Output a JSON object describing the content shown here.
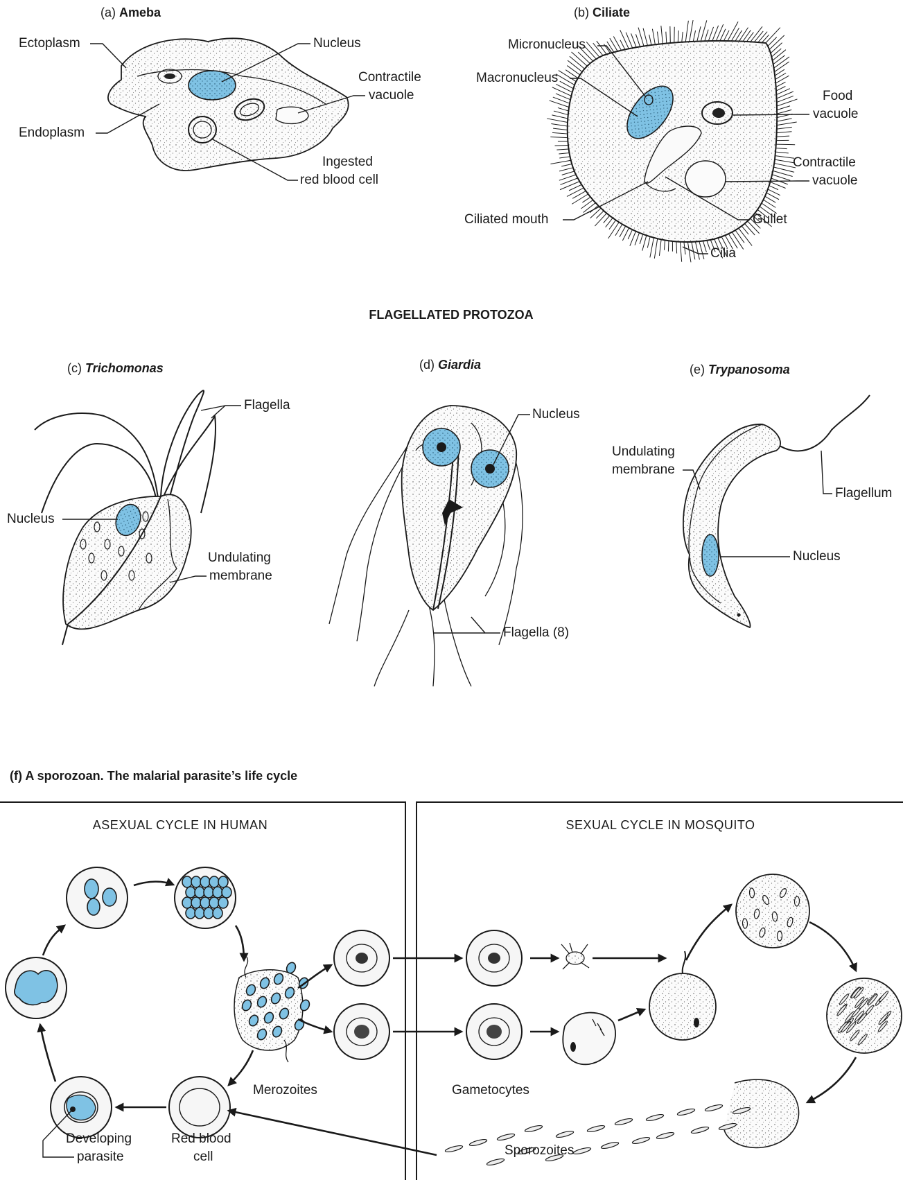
{
  "panels": {
    "ameba": {
      "letter": "(a)",
      "title": "Ameba",
      "labels": {
        "ectoplasm": "Ectoplasm",
        "endoplasm": "Endoplasm",
        "nucleus": "Nucleus",
        "contractile_1": "Contractile",
        "contractile_2": "vacuole",
        "ingested_1": "Ingested",
        "ingested_2": "red blood cell"
      }
    },
    "ciliate": {
      "letter": "(b)",
      "title": "Ciliate",
      "labels": {
        "micronucleus": "Micronucleus",
        "macronucleus": "Macronucleus",
        "food_1": "Food",
        "food_2": "vacuole",
        "contractile_1": "Contractile",
        "contractile_2": "vacuole",
        "mouth": "Ciliated mouth",
        "gullet": "Gullet",
        "cilia": "Cilia"
      }
    },
    "flagellated_heading": "FLAGELLATED PROTOZOA",
    "trichomonas": {
      "letter": "(c)",
      "title": "Trichomonas",
      "labels": {
        "flagella": "Flagella",
        "nucleus": "Nucleus",
        "undulating_1": "Undulating",
        "undulating_2": "membrane"
      }
    },
    "giardia": {
      "letter": "(d)",
      "title": "Giardia",
      "labels": {
        "nucleus": "Nucleus",
        "flagella": "Flagella (8)"
      }
    },
    "trypanosoma": {
      "letter": "(e)",
      "title": "Trypanosoma",
      "labels": {
        "undulating_1": "Undulating",
        "undulating_2": "membrane",
        "flagellum": "Flagellum",
        "nucleus": "Nucleus"
      }
    },
    "sporozoan": {
      "letter": "(f)",
      "title": "A sporozoan. The malarial parasite’s life cycle",
      "human_header": "ASEXUAL CYCLE IN HUMAN",
      "mosquito_header": "SEXUAL CYCLE IN MOSQUITO",
      "labels": {
        "merozoites": "Merozoites",
        "gametocytes": "Gametocytes",
        "developing_1": "Developing",
        "developing_2": "parasite",
        "rbc_1": "Red blood",
        "rbc_2": "cell",
        "sporozoites": "Sporozoites"
      }
    }
  },
  "colors": {
    "parasite_blue": "#7fc2e4",
    "ink": "#1a1a1a",
    "cytoplasm": "#f6f6f6"
  }
}
